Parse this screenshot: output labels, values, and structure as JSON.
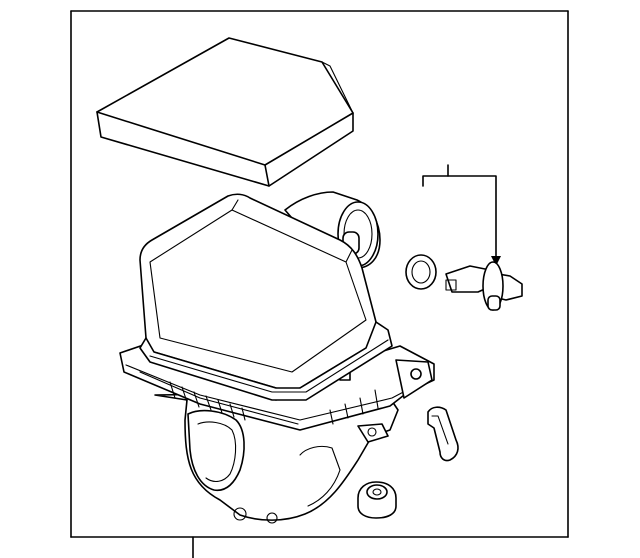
{
  "diagram": {
    "parts": [
      {
        "id": "air-filter-element",
        "icon": "filter-element-icon"
      },
      {
        "id": "air-cleaner-housing",
        "icon": "housing-icon"
      },
      {
        "id": "seal-ring",
        "icon": "o-ring-icon"
      },
      {
        "id": "mass-air-flow-sensor",
        "icon": "sensor-icon"
      },
      {
        "id": "hose-clip",
        "icon": "clip-icon"
      },
      {
        "id": "rubber-grommet",
        "icon": "grommet-icon"
      }
    ],
    "callout_labels": []
  }
}
